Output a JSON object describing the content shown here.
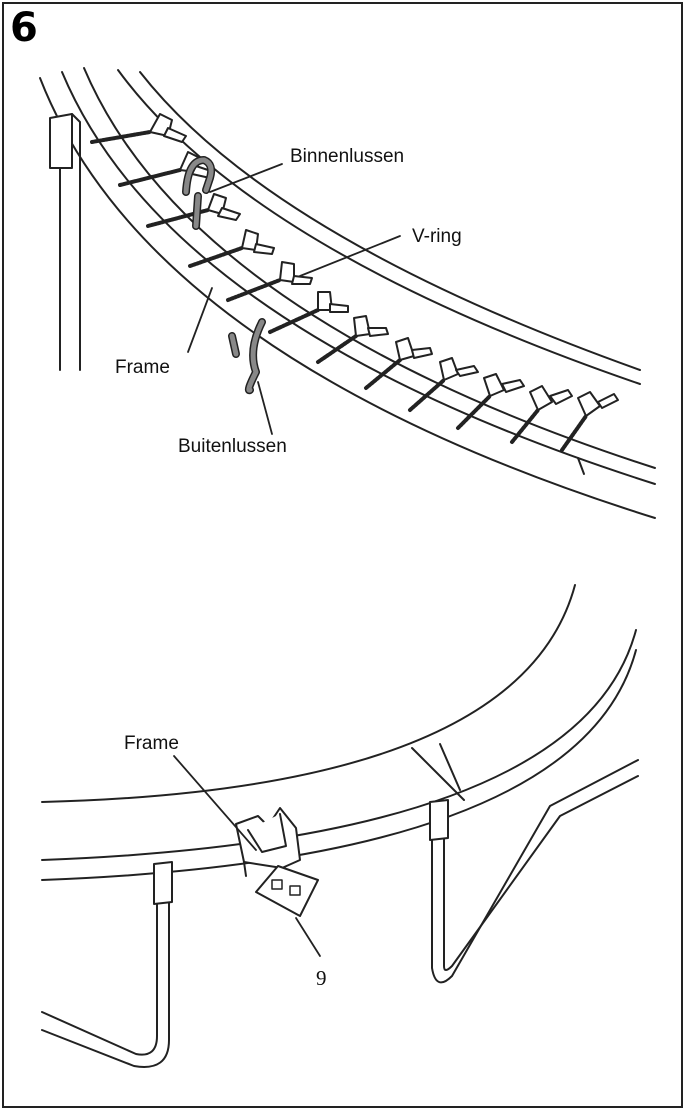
{
  "step": {
    "number": "6"
  },
  "top_diagram": {
    "labels": {
      "inner_loops": "Binnenlussen",
      "v_ring": "V-ring",
      "frame": "Frame",
      "outer_loops": "Buitenlussen"
    }
  },
  "bottom_diagram": {
    "labels": {
      "frame": "Frame",
      "part_number": "9"
    }
  },
  "colors": {
    "line": "#222222",
    "strap": "#777777",
    "background": "#ffffff"
  }
}
